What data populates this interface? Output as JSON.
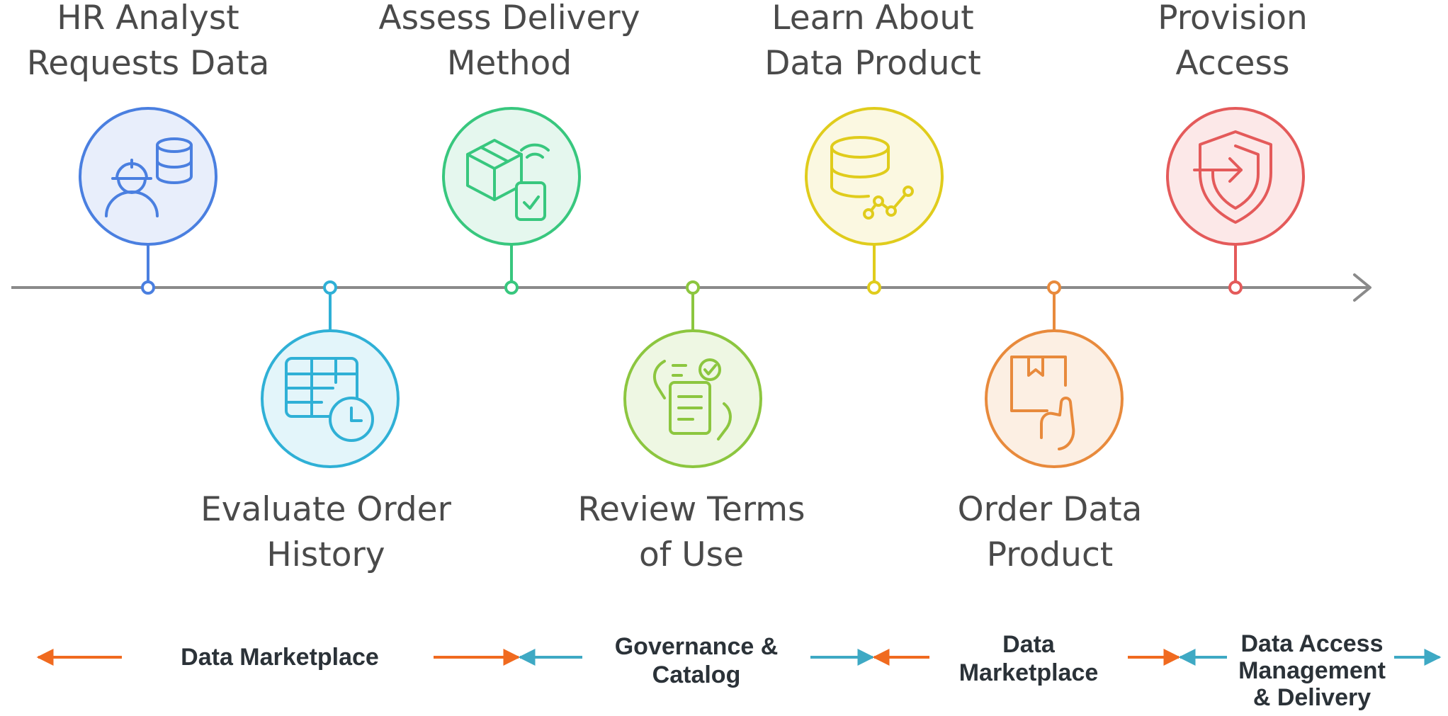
{
  "colors": {
    "axis": "#8a8a8a",
    "orange": "#f06a1f",
    "teal": "#3ea9c4",
    "label_text": "#4a4a4a",
    "band_text": "#2b3238"
  },
  "steps": [
    {
      "id": "hr-analyst",
      "lines": [
        "HR Analyst",
        "Requests Data"
      ],
      "icon": "analyst-database-icon",
      "color": "#4a7fe0",
      "fill": "#e8eefb",
      "position": "top"
    },
    {
      "id": "evaluate-order-history",
      "lines": [
        "Evaluate Order",
        "History"
      ],
      "icon": "table-clock-icon",
      "color": "#2fb0d6",
      "fill": "#e3f5fa",
      "position": "bottom"
    },
    {
      "id": "assess-delivery",
      "lines": [
        "Assess Delivery",
        "Method"
      ],
      "icon": "package-phone-icon",
      "color": "#38c77e",
      "fill": "#e5f7ee",
      "position": "top"
    },
    {
      "id": "review-terms",
      "lines": [
        "Review Terms",
        "of Use"
      ],
      "icon": "document-check-icon",
      "color": "#8cc63f",
      "fill": "#eef7e3",
      "position": "bottom"
    },
    {
      "id": "learn-data-product",
      "lines": [
        "Learn About",
        "Data Product"
      ],
      "icon": "database-chart-icon",
      "color": "#e0cc1c",
      "fill": "#fbf8e1",
      "position": "top"
    },
    {
      "id": "order-data-product",
      "lines": [
        "Order Data",
        "Product"
      ],
      "icon": "box-hand-icon",
      "color": "#e88a3c",
      "fill": "#fcefe3",
      "position": "bottom"
    },
    {
      "id": "provision-access",
      "lines": [
        "Provision",
        "Access"
      ],
      "icon": "shield-enter-icon",
      "color": "#e45a5a",
      "fill": "#fce8e8",
      "position": "top"
    }
  ],
  "bands": [
    {
      "id": "data-marketplace-1",
      "lines": [
        "Data Marketplace"
      ]
    },
    {
      "id": "governance-catalog",
      "lines": [
        "Governance &",
        "Catalog"
      ]
    },
    {
      "id": "data-marketplace-2",
      "lines": [
        "Data",
        "Marketplace"
      ]
    },
    {
      "id": "data-access-management",
      "lines": [
        "Data Access",
        "Management",
        "& Delivery"
      ]
    }
  ]
}
